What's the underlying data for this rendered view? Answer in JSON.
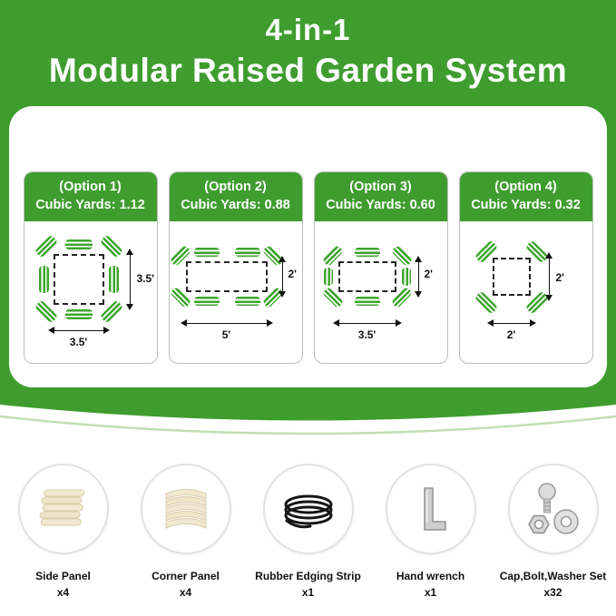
{
  "header": {
    "title_line1": "4-in-1",
    "title_line2": "Modular Raised Garden System"
  },
  "colors": {
    "accent_green": "#3F9D2F",
    "panel_stripe_green": "#3CA52C",
    "curve_line_light_green": "#BFDFB2",
    "panel_cream": "#F0E8D1"
  },
  "options": [
    {
      "name": "(Option 1)",
      "cubic": "Cubic Yards: 1.12",
      "width_label": "3.5'",
      "height_label": "3.5'"
    },
    {
      "name": "(Option 2)",
      "cubic": "Cubic Yards: 0.88",
      "width_label": "5'",
      "height_label": "2'"
    },
    {
      "name": "(Option 3)",
      "cubic": "Cubic Yards: 0.60",
      "width_label": "3.5'",
      "height_label": "2'"
    },
    {
      "name": "(Option 4)",
      "cubic": "Cubic Yards: 0.32",
      "width_label": "2'",
      "height_label": "2'"
    }
  ],
  "parts": [
    {
      "label": "Side Panel",
      "qty": "x4",
      "icon": "side-panel-icon"
    },
    {
      "label": "Corner Panel",
      "qty": "x4",
      "icon": "corner-panel-icon"
    },
    {
      "label": "Rubber Edging Strip",
      "qty": "x1",
      "icon": "rubber-edging-strip-icon"
    },
    {
      "label": "Hand wrench",
      "qty": "x1",
      "icon": "hand-wrench-icon"
    },
    {
      "label": "Cap,Bolt,Washer Set",
      "qty": "x32",
      "icon": "cap-bolt-washer-icon"
    }
  ]
}
